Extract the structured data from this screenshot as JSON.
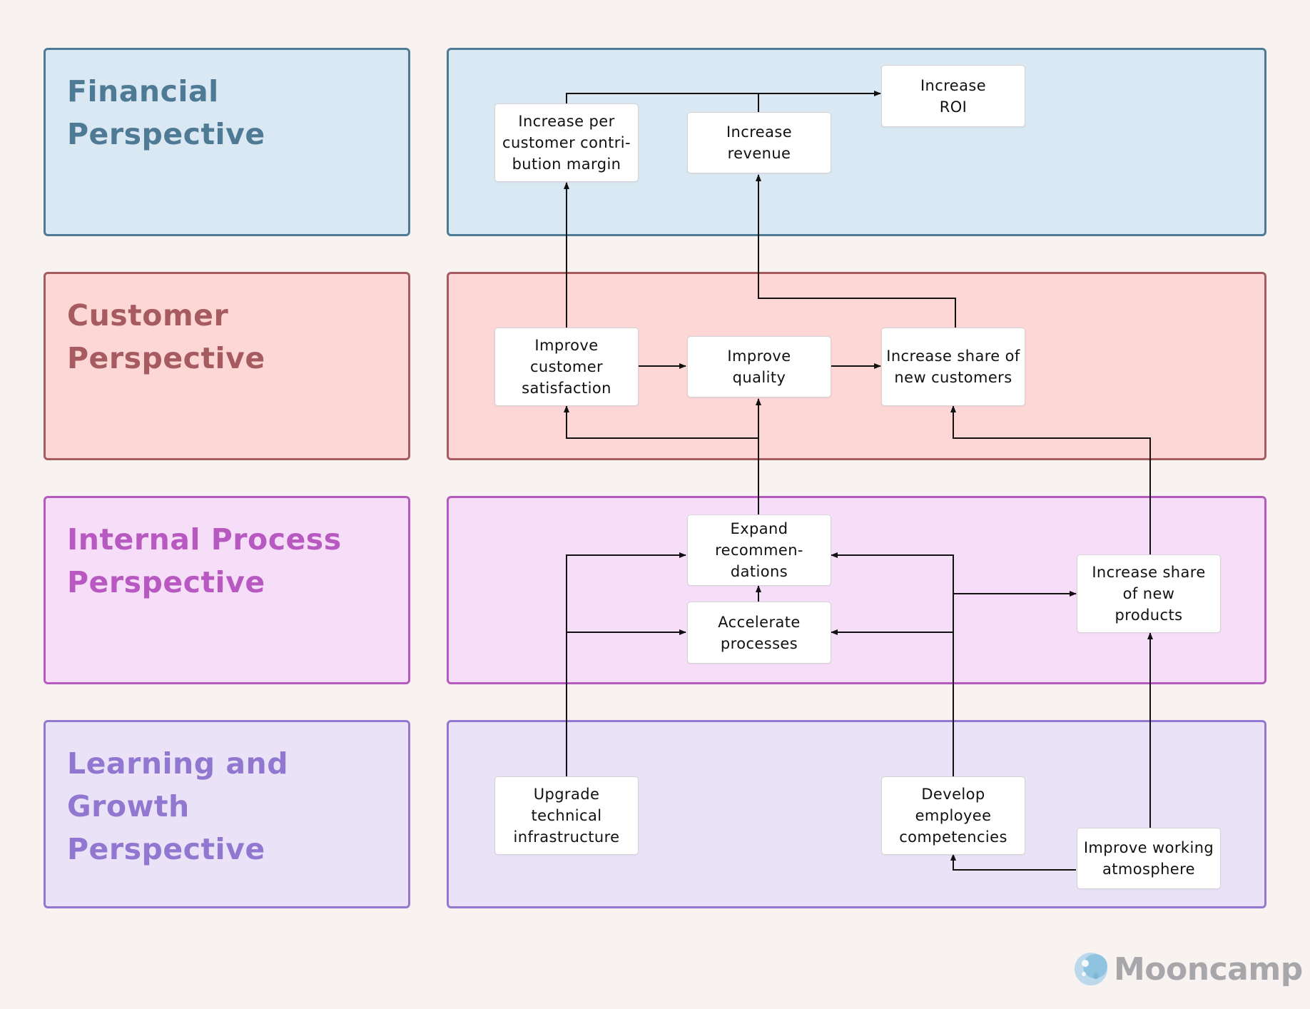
{
  "perspectives": {
    "financial": {
      "title": "Financial\nPerspective",
      "color": "#4f7a95"
    },
    "customer": {
      "title": "Customer\nPerspective",
      "color": "#a55b5f"
    },
    "internal": {
      "title": "Internal Process\nPerspective",
      "color": "#b759c0"
    },
    "learning": {
      "title": "Learning and\nGrowth\nPerspective",
      "color": "#9177d0"
    }
  },
  "nodes": {
    "increase_per_customer_margin": "Increase per\ncustomer contri-\nbution margin",
    "increase_revenue": "Increase\nrevenue",
    "increase_roi": "Increase\nROI",
    "improve_customer_satisfaction": "Improve\ncustomer\nsatisfaction",
    "improve_quality": "Improve\nquality",
    "increase_share_new_customers": "Increase share of\nnew customers",
    "expand_recommendations": "Expand\nrecommen-\ndations",
    "accelerate_processes": "Accelerate\nprocesses",
    "increase_share_new_products": "Increase share\nof new\nproducts",
    "upgrade_technical_infrastructure": "Upgrade\ntechnical\ninfrastructure",
    "develop_employee_competencies": "Develop\nemployee\ncompetencies",
    "improve_working_atmosphere": "Improve working\natmosphere"
  },
  "links": [
    {
      "from": "increase_per_customer_margin",
      "to": "increase_roi"
    },
    {
      "from": "increase_revenue",
      "to": "increase_roi"
    },
    {
      "from": "improve_customer_satisfaction",
      "to": "increase_per_customer_margin"
    },
    {
      "from": "improve_customer_satisfaction",
      "to": "improve_quality"
    },
    {
      "from": "improve_quality",
      "to": "increase_share_new_customers"
    },
    {
      "from": "increase_share_new_customers",
      "to": "increase_revenue"
    },
    {
      "from": "expand_recommendations",
      "to": "improve_quality"
    },
    {
      "from": "expand_recommendations",
      "to": "improve_customer_satisfaction"
    },
    {
      "from": "increase_share_new_products",
      "to": "increase_share_new_customers"
    },
    {
      "from": "accelerate_processes",
      "to": "expand_recommendations"
    },
    {
      "from": "upgrade_technical_infrastructure",
      "to": "expand_recommendations"
    },
    {
      "from": "upgrade_technical_infrastructure",
      "to": "accelerate_processes"
    },
    {
      "from": "develop_employee_competencies",
      "to": "expand_recommendations"
    },
    {
      "from": "develop_employee_competencies",
      "to": "accelerate_processes"
    },
    {
      "from": "develop_employee_competencies",
      "to": "increase_share_new_products"
    },
    {
      "from": "improve_working_atmosphere",
      "to": "increase_share_new_products"
    },
    {
      "from": "improve_working_atmosphere",
      "to": "develop_employee_competencies"
    }
  ],
  "brand": {
    "name": "Mooncamp",
    "color": "#a7a7ab",
    "icon": "moon-icon"
  }
}
